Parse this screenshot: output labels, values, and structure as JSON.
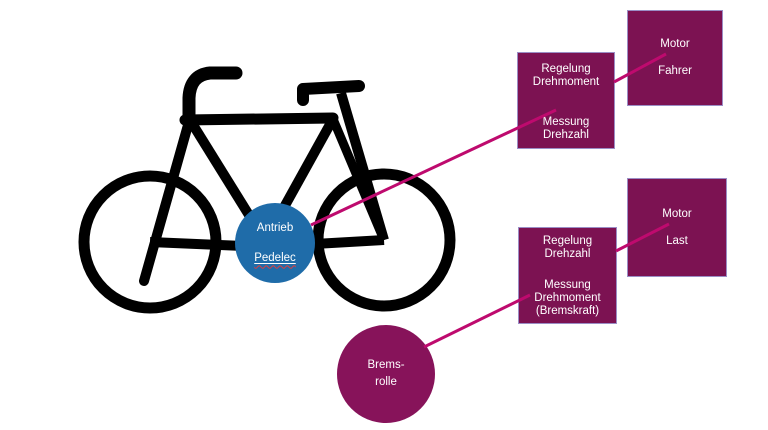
{
  "colors": {
    "background": "#ffffff",
    "connector_line": "#be0a6e",
    "box_fill": "#7c1252",
    "box_border": "#9b8ec6",
    "drive_circle_blue": "#1f6ca9",
    "brake_circle_magenta": "#87135a",
    "text": "#ffffff",
    "bicycle": "#000000",
    "spellcheck_underline": "#e23b3b"
  },
  "icons": {
    "bicycle": "bicycle-pictogram (black outline bike, drawn as SVG strokes)"
  },
  "nodes": {
    "antrieb": {
      "line1": "Antrieb",
      "line2": "Pedelec"
    },
    "bremsrolle": {
      "line1": "Brems-",
      "line2": "rolle"
    },
    "drive_control": {
      "l1": "Regelung",
      "l2": "Drehmoment",
      "l3": "Messung",
      "l4": "Drehzahl"
    },
    "motor_fahrer": {
      "l1": "Motor",
      "l2": "Fahrer"
    },
    "brake_control": {
      "l1": "Regelung",
      "l2": "Drehzahl",
      "l3": "Messung",
      "l4": "Drehmoment",
      "l5": "(Bremskraft)"
    },
    "motor_last": {
      "l1": "Motor",
      "l2": "Last"
    }
  }
}
